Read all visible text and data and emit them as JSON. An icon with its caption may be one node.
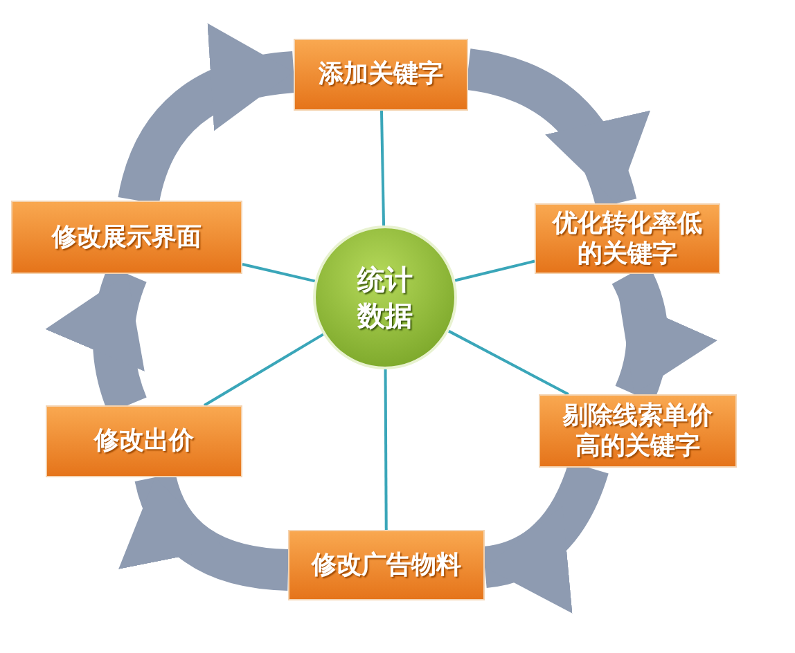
{
  "diagram": {
    "nodes": [
      {
        "text": [
          "添加关键字"
        ]
      },
      {
        "text": [
          "优化转化率低的关键字"
        ]
      },
      {
        "text": [
          "剔除线索单价高的关键字"
        ]
      },
      {
        "text": [
          "修改广告物料"
        ]
      },
      {
        "text": [
          "修改出价"
        ]
      },
      {
        "text": [
          "修改展示界面"
        ]
      },
      {
        "text": [
          "统计数据"
        ]
      }
    ],
    "edges": [
      {
        "from": 6,
        "to": 0,
        "arrow": "none"
      },
      {
        "from": 6,
        "to": 1,
        "arrow": "none"
      },
      {
        "from": 6,
        "to": 2,
        "arrow": "none"
      },
      {
        "from": 6,
        "to": 3,
        "arrow": "none"
      },
      {
        "from": 6,
        "to": 4,
        "arrow": "none"
      },
      {
        "from": 6,
        "to": 5,
        "arrow": "none"
      },
      {
        "from": 0,
        "to": 1,
        "arrow": "to",
        "style": "thick",
        "color": "#8e9bb1"
      },
      {
        "from": 1,
        "to": 2,
        "arrow": "to",
        "style": "thick",
        "color": "#8e9bb1"
      },
      {
        "from": 2,
        "to": 3,
        "arrow": "to",
        "style": "thick",
        "color": "#8e9bb1"
      },
      {
        "from": 3,
        "to": 4,
        "arrow": "to",
        "style": "thick",
        "color": "#8e9bb1"
      },
      {
        "from": 4,
        "to": 5,
        "arrow": "to",
        "style": "thick",
        "color": "#8e9bb1"
      },
      {
        "from": 5,
        "to": 0,
        "arrow": "to",
        "style": "thick",
        "color": "#8e9bb1"
      }
    ]
  }
}
